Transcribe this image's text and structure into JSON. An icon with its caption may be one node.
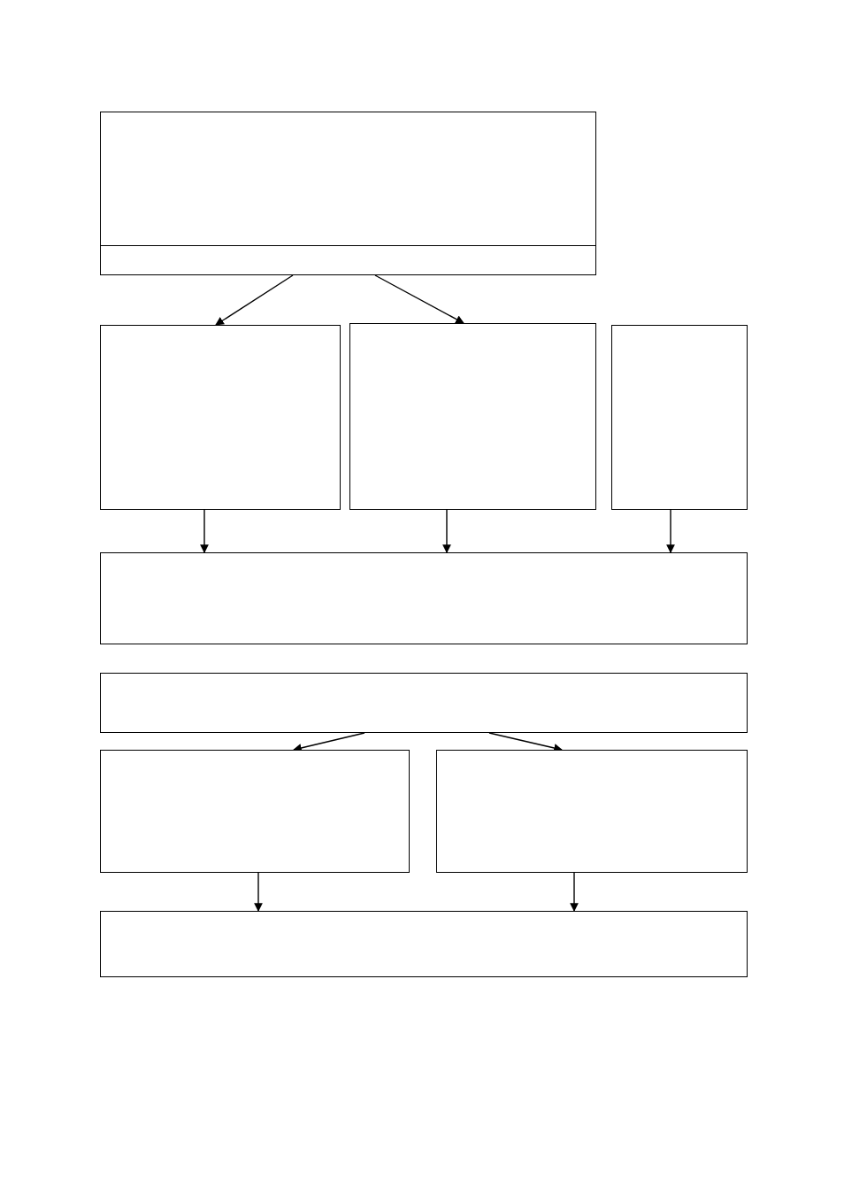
{
  "diagram": {
    "nodes": [
      {
        "text": [],
        "shape": "box"
      },
      {
        "text": [],
        "shape": "box"
      },
      {
        "text": [],
        "shape": "box"
      },
      {
        "text": [],
        "shape": "box"
      },
      {
        "text": [],
        "shape": "box"
      },
      {
        "text": [],
        "shape": "box"
      },
      {
        "text": [],
        "shape": "box"
      },
      {
        "text": [],
        "shape": "box"
      },
      {
        "text": [],
        "shape": "box"
      },
      {
        "text": [],
        "shape": "box"
      }
    ],
    "edges": [
      {
        "from": 1,
        "to": 2,
        "arrow": "to"
      },
      {
        "from": 1,
        "to": 3,
        "arrow": "to"
      },
      {
        "from": 2,
        "to": 5,
        "arrow": "to"
      },
      {
        "from": 3,
        "to": 5,
        "arrow": "to"
      },
      {
        "from": 4,
        "to": 5,
        "arrow": "to"
      },
      {
        "from": 6,
        "to": 7,
        "arrow": "to"
      },
      {
        "from": 6,
        "to": 8,
        "arrow": "to"
      },
      {
        "from": 7,
        "to": 9,
        "arrow": "to"
      },
      {
        "from": 8,
        "to": 9,
        "arrow": "to"
      }
    ]
  }
}
